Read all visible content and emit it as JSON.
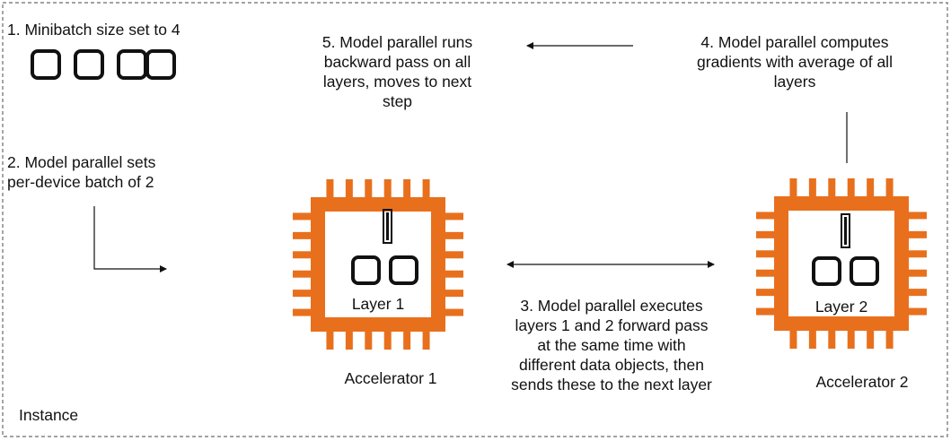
{
  "instance_label": "Instance",
  "steps": {
    "step1": "1. Minibatch size set to 4",
    "step2": [
      "2. Model parallel sets",
      "per-device batch of 2"
    ],
    "step3": [
      "3. Model parallel executes",
      "layers 1 and 2 forward pass",
      "at the same time with",
      "different data objects, then",
      "sends these to the next layer"
    ],
    "step4": [
      "4. Model parallel computes",
      "gradients with average of all",
      "layers"
    ],
    "step5": [
      "5. Model parallel runs",
      "backward pass on all",
      "layers, moves to next",
      "step"
    ]
  },
  "accelerators": [
    {
      "layer_label": "Layer 1",
      "name": "Accelerator 1"
    },
    {
      "layer_label": "Layer 2",
      "name": "Accelerator 2"
    }
  ],
  "colors": {
    "chip": "#e8701d",
    "border": "#6b6b6b",
    "ink": "#111111"
  },
  "icons": [
    "microchip-icon",
    "minibatch-box-icon",
    "layer-bar-icon",
    "arrow-icon"
  ]
}
